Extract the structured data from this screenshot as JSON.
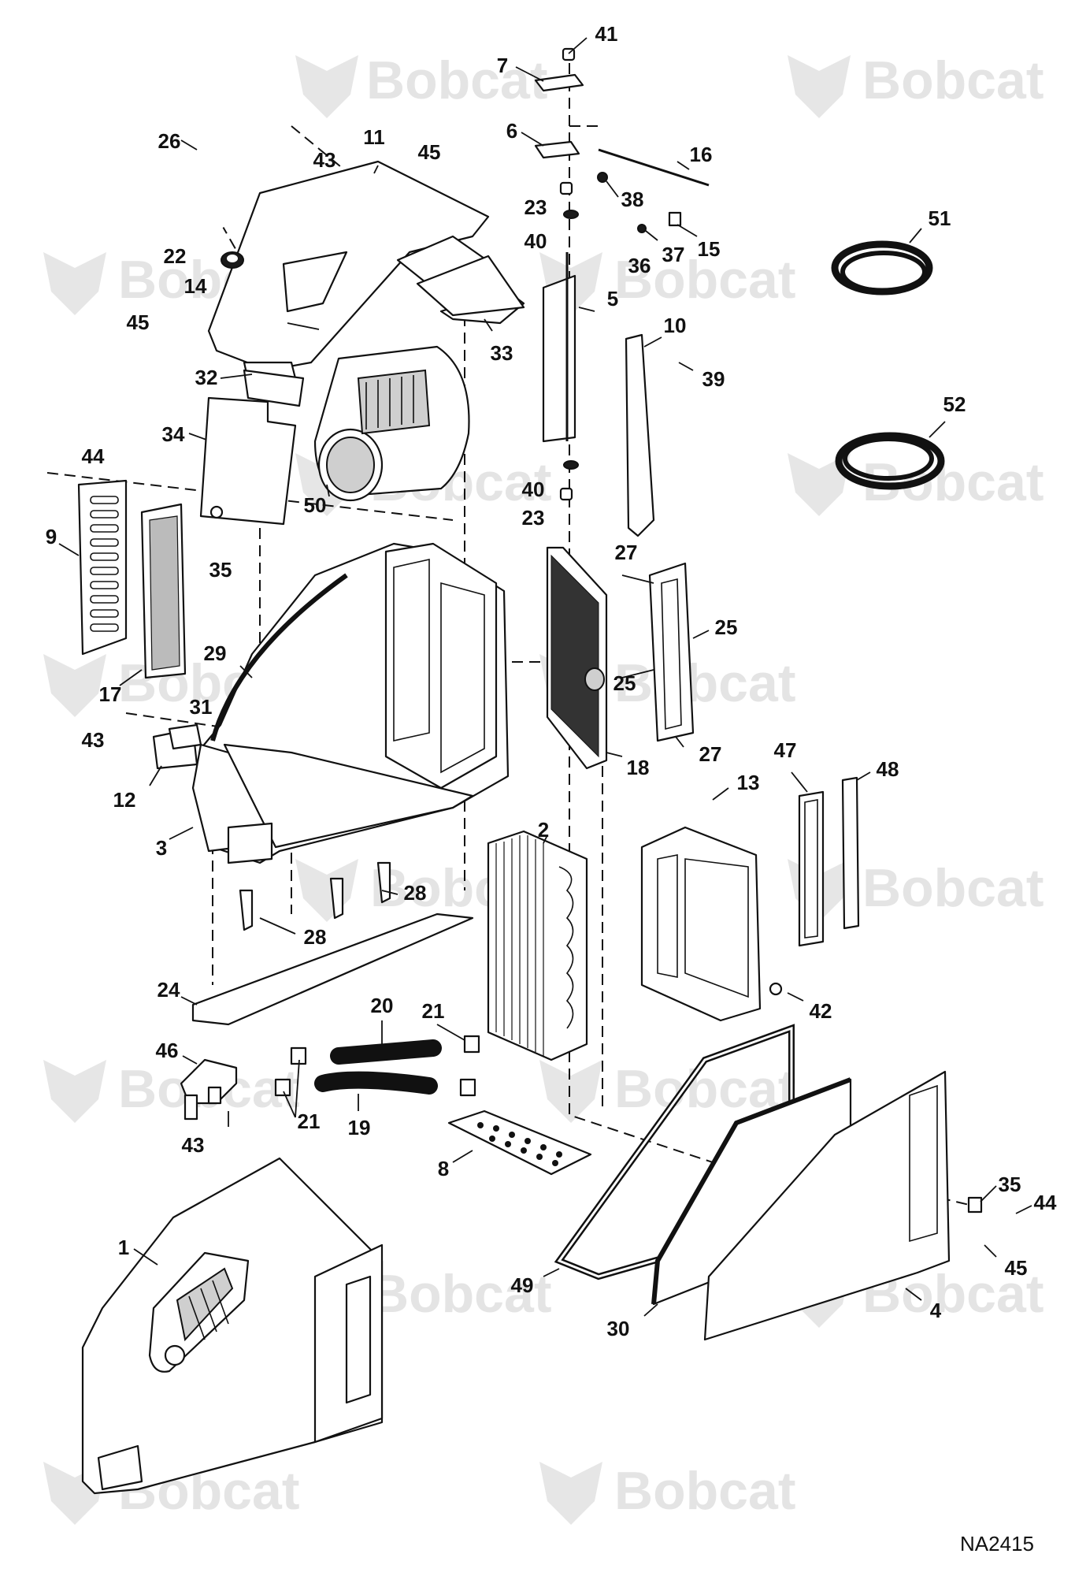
{
  "drawing_id": "NA2415",
  "watermark_text": "Bobcat",
  "callouts": [
    {
      "id": "c41a",
      "label": "41"
    },
    {
      "id": "c7",
      "label": "7"
    },
    {
      "id": "c6",
      "label": "6"
    },
    {
      "id": "c16",
      "label": "16"
    },
    {
      "id": "c38",
      "label": "38"
    },
    {
      "id": "c23a",
      "label": "23"
    },
    {
      "id": "c40a",
      "label": "40"
    },
    {
      "id": "c37",
      "label": "37"
    },
    {
      "id": "c15",
      "label": "15"
    },
    {
      "id": "c36",
      "label": "36"
    },
    {
      "id": "c5",
      "label": "5"
    },
    {
      "id": "c26",
      "label": "26"
    },
    {
      "id": "c11",
      "label": "11"
    },
    {
      "id": "c43a",
      "label": "43"
    },
    {
      "id": "c45a",
      "label": "45"
    },
    {
      "id": "c22",
      "label": "22"
    },
    {
      "id": "c14",
      "label": "14"
    },
    {
      "id": "c45b",
      "label": "45"
    },
    {
      "id": "c33",
      "label": "33"
    },
    {
      "id": "c32",
      "label": "32"
    },
    {
      "id": "c34",
      "label": "34"
    },
    {
      "id": "c50",
      "label": "50"
    },
    {
      "id": "c10",
      "label": "10"
    },
    {
      "id": "c39",
      "label": "39"
    },
    {
      "id": "c51",
      "label": "51"
    },
    {
      "id": "c52",
      "label": "52"
    },
    {
      "id": "c44a",
      "label": "44"
    },
    {
      "id": "c9",
      "label": "9"
    },
    {
      "id": "c35a",
      "label": "35"
    },
    {
      "id": "c40b",
      "label": "40"
    },
    {
      "id": "c23b",
      "label": "23"
    },
    {
      "id": "c27a",
      "label": "27"
    },
    {
      "id": "c25a",
      "label": "25"
    },
    {
      "id": "c25b",
      "label": "25"
    },
    {
      "id": "c29",
      "label": "29"
    },
    {
      "id": "c17",
      "label": "17"
    },
    {
      "id": "c31",
      "label": "31"
    },
    {
      "id": "c43b",
      "label": "43"
    },
    {
      "id": "c27b",
      "label": "27"
    },
    {
      "id": "c12",
      "label": "12"
    },
    {
      "id": "c18",
      "label": "18"
    },
    {
      "id": "c47",
      "label": "47"
    },
    {
      "id": "c48",
      "label": "48"
    },
    {
      "id": "c13",
      "label": "13"
    },
    {
      "id": "c3",
      "label": "3"
    },
    {
      "id": "c2",
      "label": "2"
    },
    {
      "id": "c28a",
      "label": "28"
    },
    {
      "id": "c28b",
      "label": "28"
    },
    {
      "id": "c24",
      "label": "24"
    },
    {
      "id": "c42",
      "label": "42"
    },
    {
      "id": "c20",
      "label": "20"
    },
    {
      "id": "c21a",
      "label": "21"
    },
    {
      "id": "c46",
      "label": "46"
    },
    {
      "id": "c21b",
      "label": "21"
    },
    {
      "id": "c19",
      "label": "19"
    },
    {
      "id": "c43c",
      "label": "43"
    },
    {
      "id": "c8",
      "label": "8"
    },
    {
      "id": "c35b",
      "label": "35"
    },
    {
      "id": "c44b",
      "label": "44"
    },
    {
      "id": "c45c",
      "label": "45"
    },
    {
      "id": "c1",
      "label": "1"
    },
    {
      "id": "c49",
      "label": "49"
    },
    {
      "id": "c30",
      "label": "30"
    },
    {
      "id": "c4",
      "label": "4"
    }
  ]
}
